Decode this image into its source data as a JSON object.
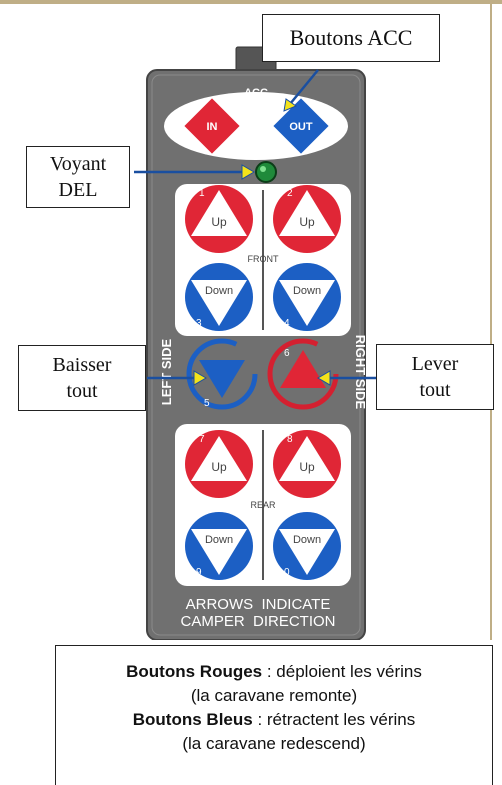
{
  "callouts": {
    "acc_buttons": "Boutons ACC",
    "led_line1": "Voyant",
    "led_line2": "DEL",
    "lower_all_line1": "Baisser",
    "lower_all_line2": "tout",
    "raise_all_line1": "Lever",
    "raise_all_line2": "tout"
  },
  "remote": {
    "acc_label": "ACC",
    "in_label": "IN",
    "out_label": "OUT",
    "front_label": "FRONT",
    "rear_label": "REAR",
    "left_side_label": "LEFT SIDE",
    "right_side_label": "RIGHT SIDE",
    "up_label": "Up",
    "down_label": "Down",
    "num_1": "1",
    "num_2": "2",
    "num_3": "3",
    "num_4": "4",
    "num_5": "5",
    "num_6": "6",
    "num_7": "7",
    "num_8": "8",
    "num_9": "9",
    "num_0": "0",
    "footer_line1": "ARROWS  INDICATE",
    "footer_line2": "CAMPER  DIRECTION"
  },
  "note": {
    "red_title": "Boutons Rouges",
    "red_text": " : déploient les vérins",
    "red_sub": "(la caravane remonte)",
    "blue_title": "Boutons Bleus",
    "blue_text": " : rétractent les vérins",
    "blue_sub": "(la caravane redescend)"
  },
  "colors": {
    "panel": "#6f6f6f",
    "red": "#e02636",
    "blue": "#1c5fc4",
    "led": "#1f8a3a",
    "leader": "#1a4fa0",
    "pointer": "#f3e21a"
  }
}
